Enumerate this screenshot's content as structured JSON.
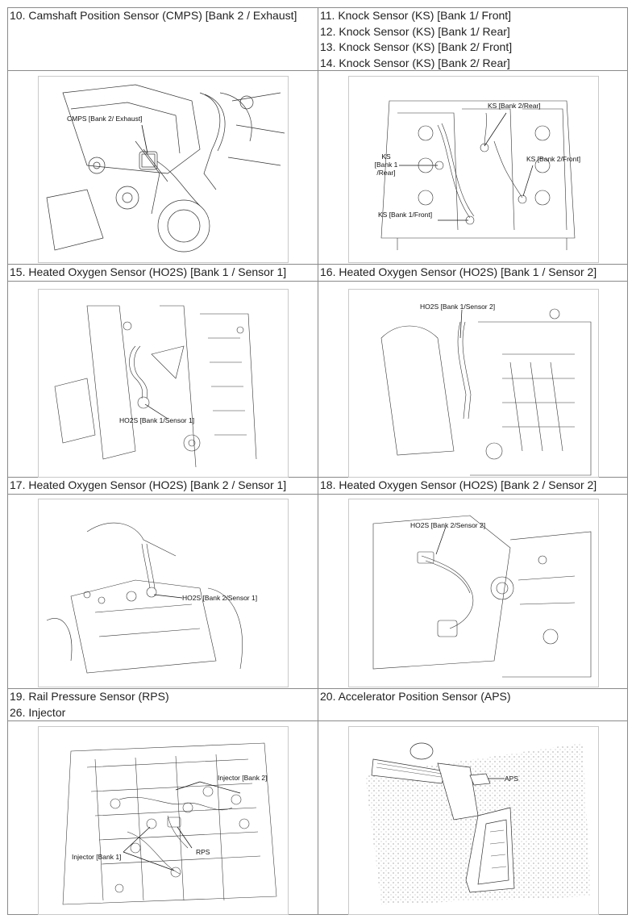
{
  "sections": [
    {
      "left": {
        "lines": [
          "10. Camshaft Position Sensor (CMPS) [Bank 2 / Exhaust]"
        ]
      },
      "right": {
        "lines": [
          "11. Knock Sensor (KS) [Bank 1/ Front]",
          "12. Knock Sensor (KS) [Bank 1/ Rear]",
          "13. Knock Sensor (KS) [Bank 2/ Front]",
          "14. Knock Sensor (KS) [Bank 2/ Rear]"
        ]
      }
    },
    {
      "left": {
        "lines": [
          "15. Heated Oxygen Sensor (HO2S) [Bank 1 / Sensor 1]"
        ]
      },
      "right": {
        "lines": [
          "16. Heated Oxygen Sensor (HO2S) [Bank 1 / Sensor 2]"
        ]
      }
    },
    {
      "left": {
        "lines": [
          "17. Heated Oxygen Sensor (HO2S) [Bank 2 / Sensor 1]"
        ]
      },
      "right": {
        "lines": [
          "18. Heated Oxygen Sensor (HO2S) [Bank 2 / Sensor 2]"
        ]
      }
    },
    {
      "left": {
        "lines": [
          "19. Rail Pressure Sensor (RPS)",
          "26. Injector"
        ]
      },
      "right": {
        "lines": [
          "20. Accelerator Position Sensor (APS)"
        ]
      }
    }
  ],
  "figures": {
    "cmps": {
      "label": "CMPS [Bank 2/ Exhaust]"
    },
    "ks": {
      "bank2_rear": "KS [Bank 2/Rear]",
      "bank2_front": "KS [Bank 2/Front]",
      "bank1_rear": "KS [Bank 1 /Rear]",
      "bank1_front": "KS [Bank 1/Front]"
    },
    "ho2s_b1s1": {
      "label": "HO2S [Bank 1/Sensor 1]"
    },
    "ho2s_b1s2": {
      "label": "HO2S [Bank 1/Sensor 2]"
    },
    "ho2s_b2s1": {
      "label": "HO2S [Bank 2/Sensor 1]"
    },
    "ho2s_b2s2": {
      "label": "HO2S [Bank 2/Sensor 2]"
    },
    "rps_injector": {
      "injector_bank2": "Injector [Bank 2]",
      "injector_bank1": "Injector [Bank 1]",
      "rps": "RPS"
    },
    "aps": {
      "label": "APS"
    }
  }
}
